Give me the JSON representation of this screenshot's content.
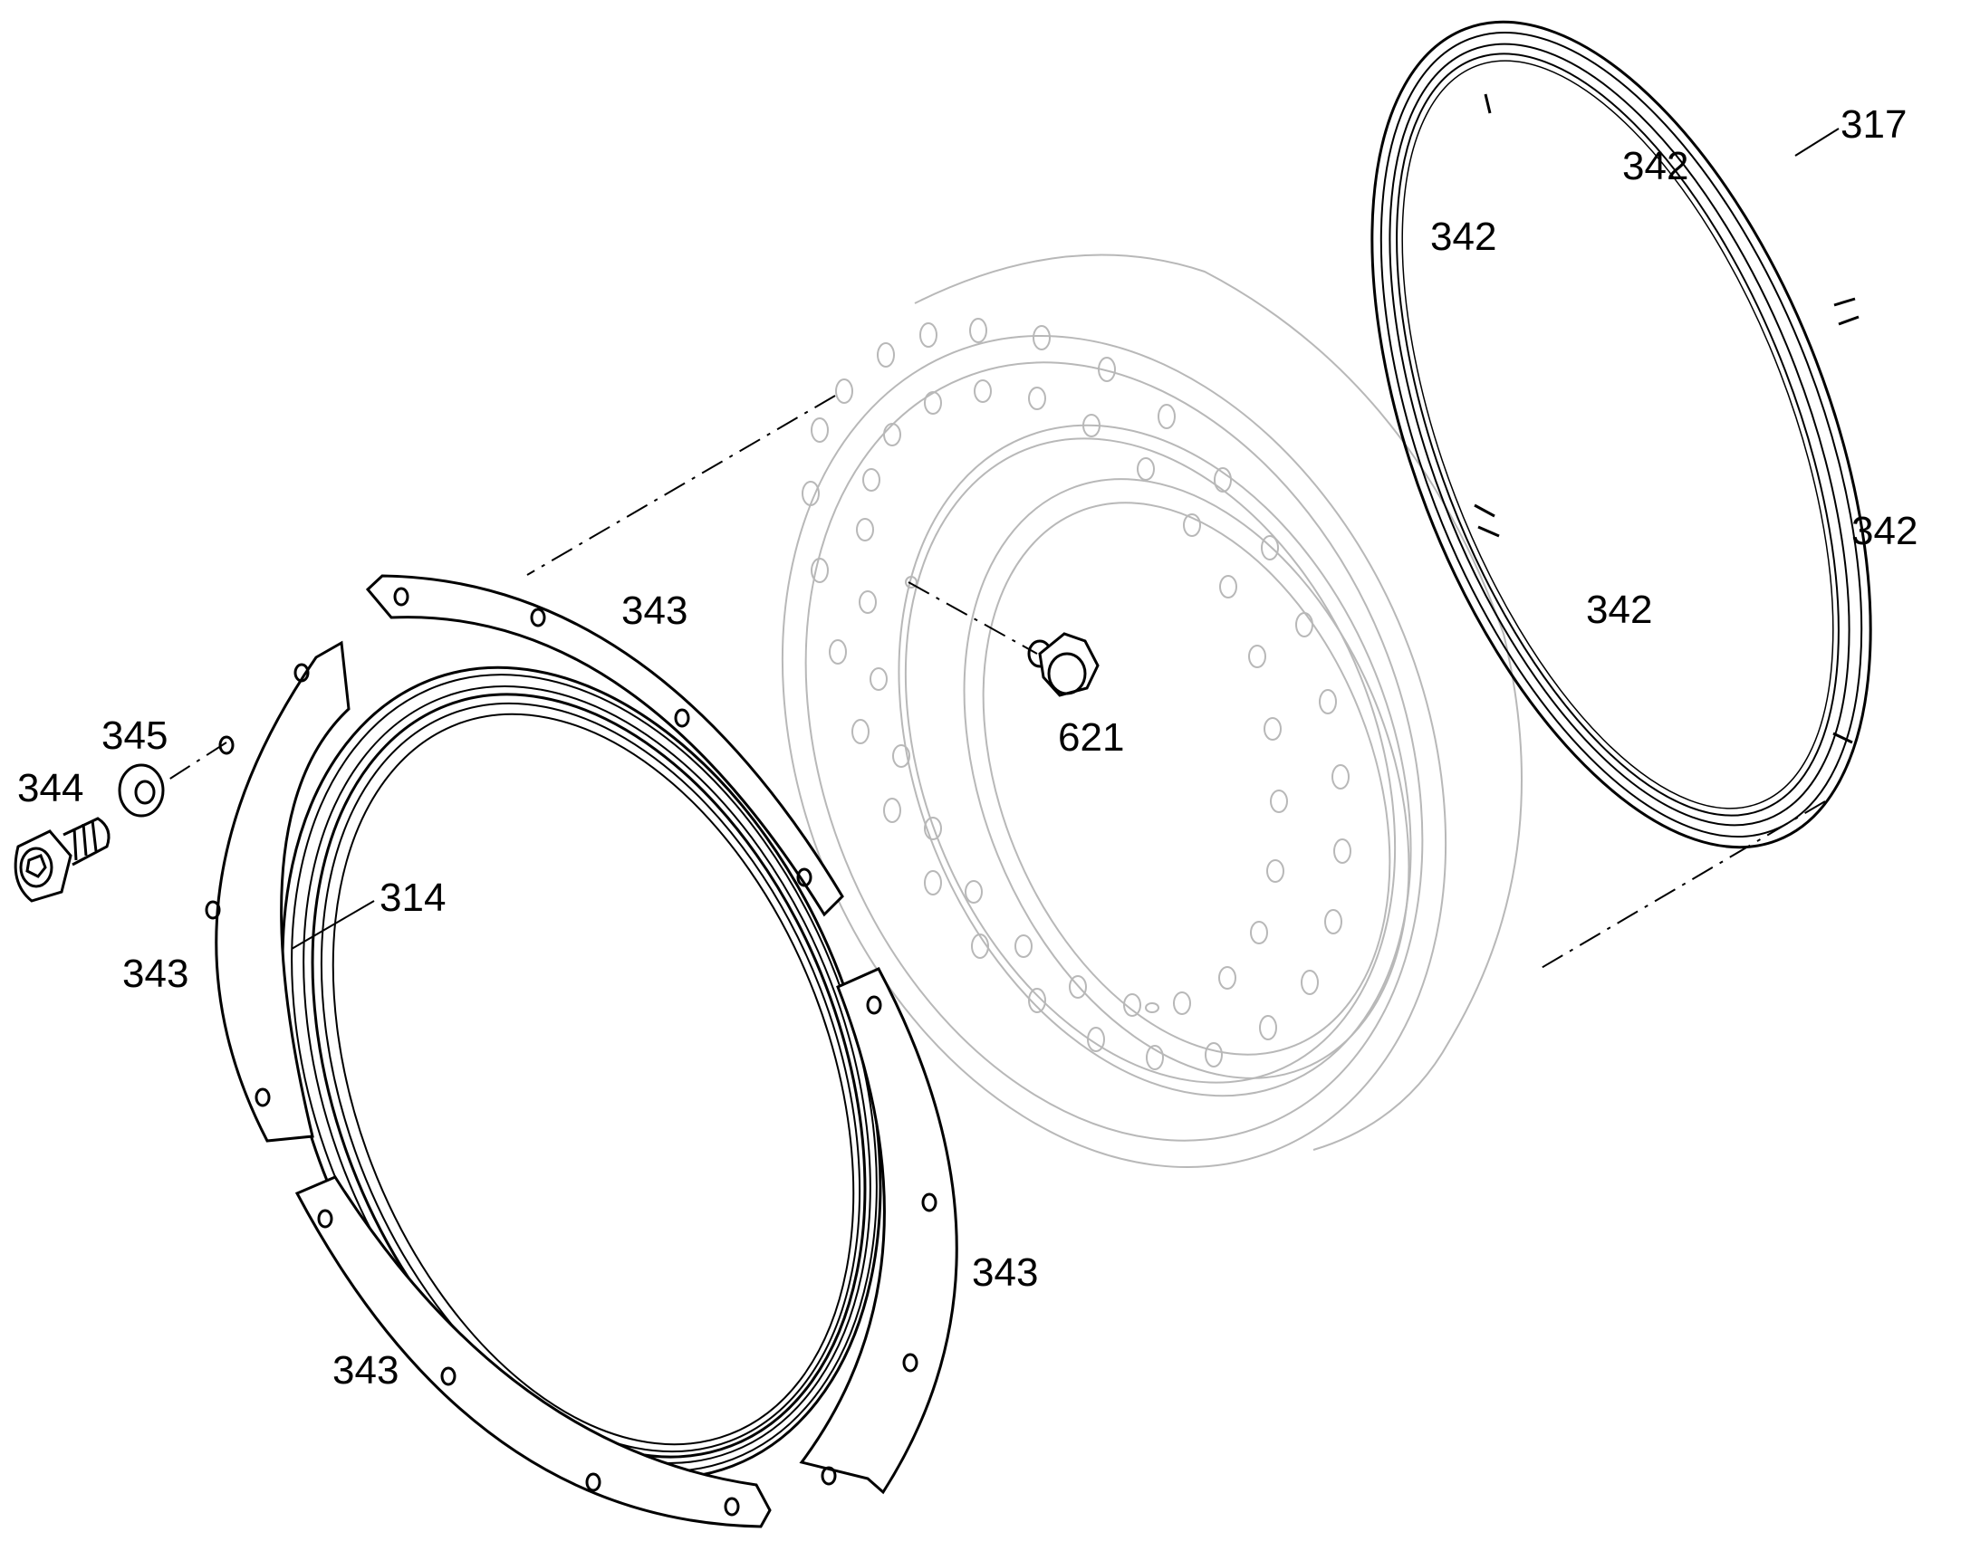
{
  "diagram": {
    "type": "exploded-parts-view",
    "callouts": [
      {
        "id": "c317",
        "text": "317"
      },
      {
        "id": "c342a",
        "text": "342"
      },
      {
        "id": "c342b",
        "text": "342"
      },
      {
        "id": "c342c",
        "text": "342"
      },
      {
        "id": "c342d",
        "text": "342"
      },
      {
        "id": "c343a",
        "text": "343"
      },
      {
        "id": "c621",
        "text": "621"
      },
      {
        "id": "c345",
        "text": "345"
      },
      {
        "id": "c344",
        "text": "344"
      },
      {
        "id": "c314",
        "text": "314"
      },
      {
        "id": "c343b",
        "text": "343"
      },
      {
        "id": "c343c",
        "text": "343"
      },
      {
        "id": "c343d",
        "text": "343"
      }
    ]
  }
}
